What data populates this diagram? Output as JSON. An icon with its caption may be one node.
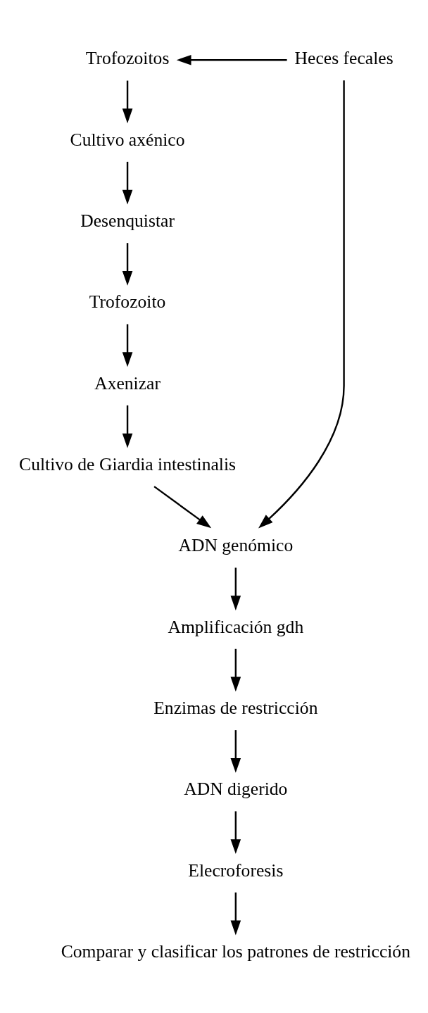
{
  "diagram": {
    "nodes": [
      {
        "text": [
          "Trofozoitos"
        ]
      },
      {
        "text": [
          "Heces fecales"
        ]
      },
      {
        "text": [
          "Cultivo axénico"
        ]
      },
      {
        "text": [
          "Desenquistar"
        ]
      },
      {
        "text": [
          "Trofozoito"
        ]
      },
      {
        "text": [
          "Axenizar"
        ]
      },
      {
        "text": [
          "Cultivo de Giardia intestinalis"
        ]
      },
      {
        "text": [
          "ADN genómico"
        ]
      },
      {
        "text": [
          "Amplificación gdh"
        ]
      },
      {
        "text": [
          "Enzimas de restricción"
        ]
      },
      {
        "text": [
          "ADN digerido"
        ]
      },
      {
        "text": [
          "Elecroforesis"
        ]
      },
      {
        "text": [
          "Comparar y clasificar los patrones de restricción"
        ]
      }
    ],
    "edges": [
      {
        "from": 1,
        "to": 0,
        "arrow": "to"
      },
      {
        "from": 0,
        "to": 2,
        "arrow": "to"
      },
      {
        "from": 2,
        "to": 3,
        "arrow": "to"
      },
      {
        "from": 3,
        "to": 4,
        "arrow": "to"
      },
      {
        "from": 4,
        "to": 5,
        "arrow": "to"
      },
      {
        "from": 5,
        "to": 6,
        "arrow": "to"
      },
      {
        "from": 6,
        "to": 7,
        "arrow": "to"
      },
      {
        "from": 1,
        "to": 7,
        "arrow": "to"
      },
      {
        "from": 7,
        "to": 8,
        "arrow": "to"
      },
      {
        "from": 8,
        "to": 9,
        "arrow": "to"
      },
      {
        "from": 9,
        "to": 10,
        "arrow": "to"
      },
      {
        "from": 10,
        "to": 11,
        "arrow": "to"
      },
      {
        "from": 11,
        "to": 12,
        "arrow": "to"
      }
    ]
  }
}
